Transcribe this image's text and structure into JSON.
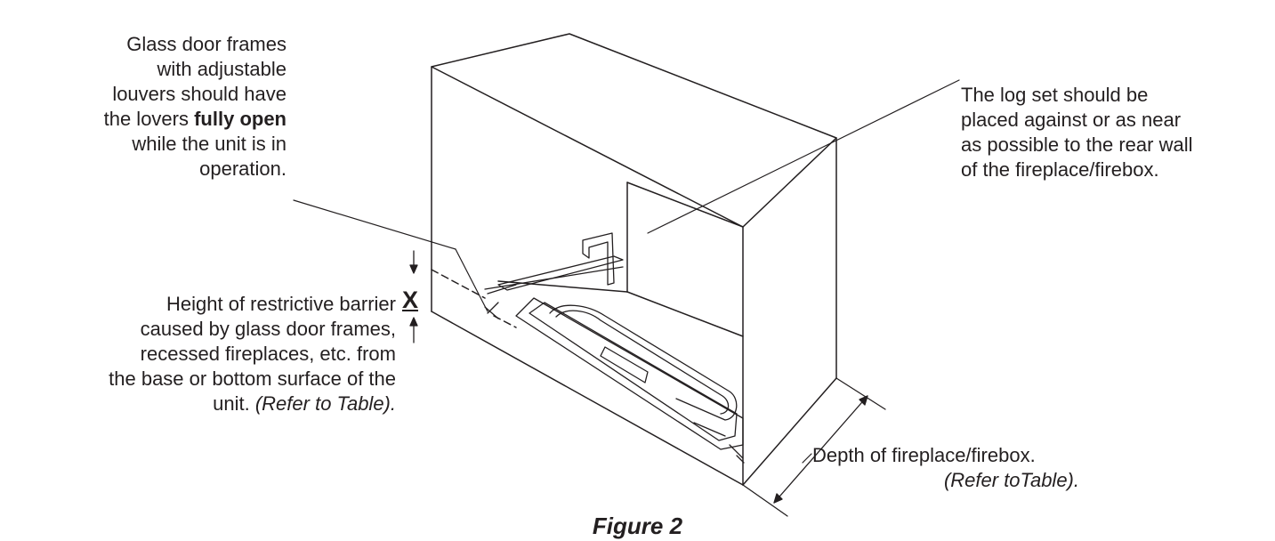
{
  "callouts": {
    "glass_door": {
      "lines": [
        "Glass door frames",
        "with adjustable",
        "louvers should have"
      ],
      "line4_prefix": "the lovers ",
      "line4_bold": "fully open",
      "line5": "while the unit is in",
      "line6": "operation."
    },
    "barrier_height": {
      "lines": [
        "Height of restrictive barrier",
        "caused by glass door frames,",
        "recessed fireplaces, etc. from",
        "the base or bottom surface of the"
      ],
      "last_prefix": "unit. ",
      "last_italic": "(Refer to Table)."
    },
    "log_set": {
      "lines": [
        "The log set should be",
        "placed against or as near",
        "as possible to the rear wall",
        "of the fireplace/firebox."
      ]
    },
    "depth": {
      "line1": "Depth of fireplace/firebox.",
      "line2_italic": "(Refer toTable)."
    },
    "x_marker": "X"
  },
  "figure_caption": "Figure 2",
  "colors": {
    "ink": "#231f20",
    "background": "#ffffff"
  }
}
